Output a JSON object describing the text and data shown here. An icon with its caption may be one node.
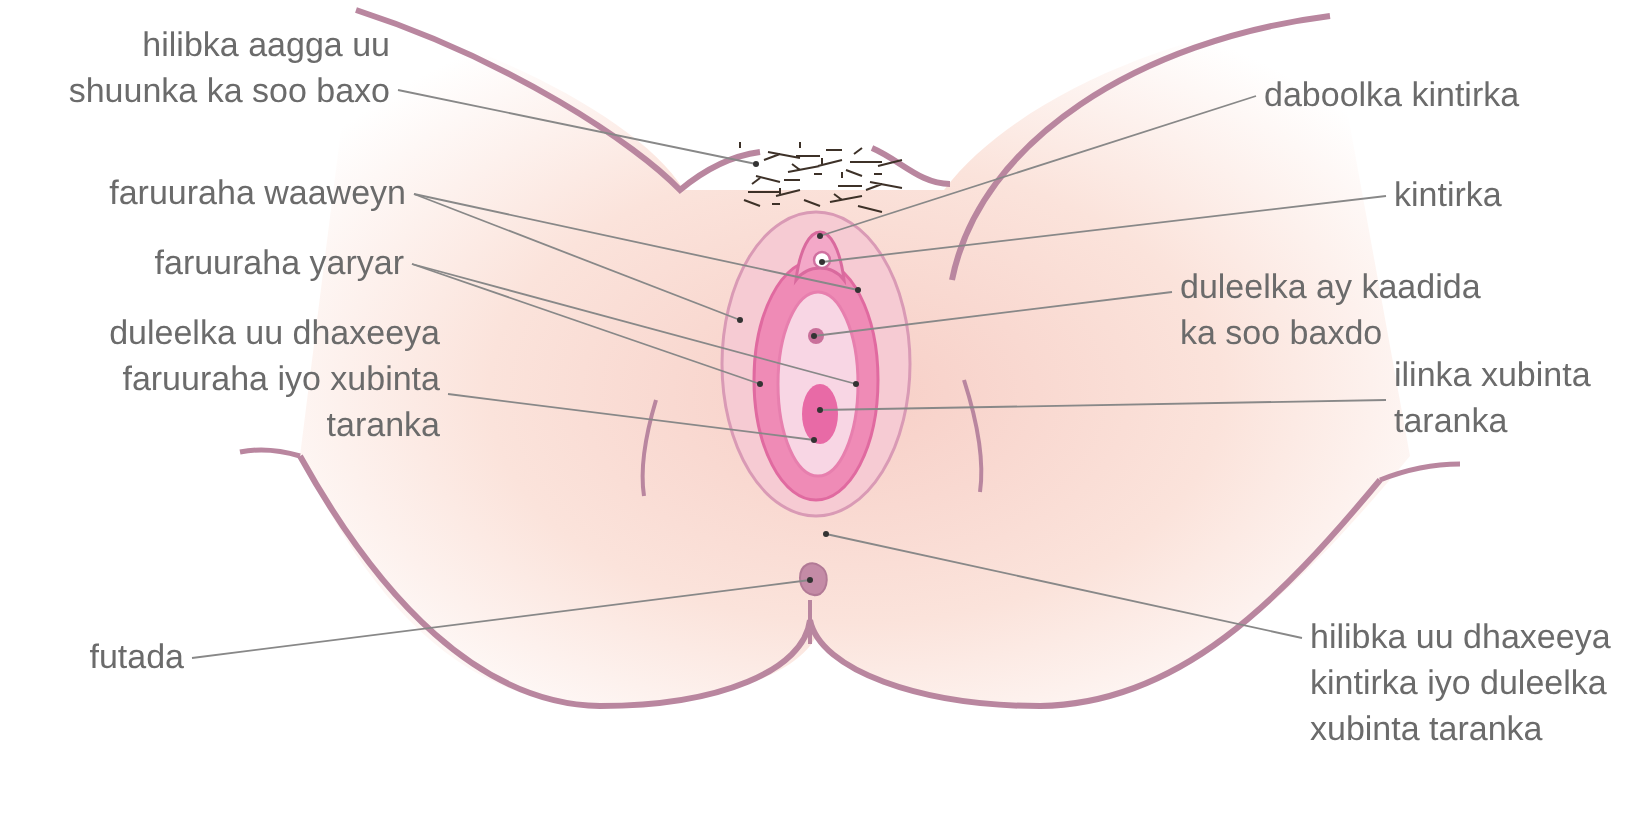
{
  "diagram": {
    "nodes": [
      {
        "text": [
          "hilibka aagga uu shuunka ka soo baxo"
        ]
      },
      {
        "text": [
          "daboolka kintirka"
        ]
      },
      {
        "text": [
          "faruuraha waaweyn"
        ]
      },
      {
        "text": [
          "kintirka"
        ]
      },
      {
        "text": [
          "faruuraha yaryar"
        ]
      },
      {
        "text": [
          "duleelka ay kaadida ka soo baxdo"
        ]
      },
      {
        "text": [
          "duleelka uu dhaxeeya faruuraha iyo xubinta taranka"
        ]
      },
      {
        "text": [
          "ilinka xubinta taranka"
        ]
      },
      {
        "text": [
          "futada"
        ]
      },
      {
        "text": [
          "hilibka uu dhaxeeya kintirka iyo duleelka xubinta taranka"
        ]
      }
    ],
    "edges": [
      {
        "from": 0,
        "to": null,
        "arrow": "other"
      },
      {
        "from": 1,
        "to": null,
        "arrow": "other"
      },
      {
        "from": 2,
        "to": null,
        "arrow": "other"
      },
      {
        "from": 2,
        "to": null,
        "arrow": "other"
      },
      {
        "from": 3,
        "to": null,
        "arrow": "other"
      },
      {
        "from": 4,
        "to": null,
        "arrow": "other"
      },
      {
        "from": 4,
        "to": null,
        "arrow": "other"
      },
      {
        "from": 5,
        "to": null,
        "arrow": "other"
      },
      {
        "from": 6,
        "to": null,
        "arrow": "other"
      },
      {
        "from": 7,
        "to": null,
        "arrow": "other"
      },
      {
        "from": 8,
        "to": null,
        "arrow": "other"
      },
      {
        "from": 9,
        "to": null,
        "arrow": "other"
      }
    ]
  }
}
